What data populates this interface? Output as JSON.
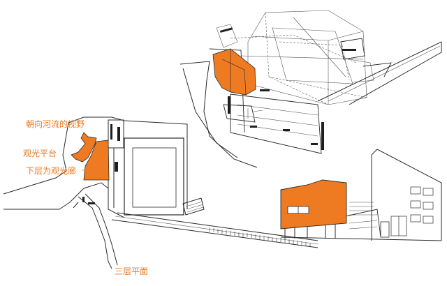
{
  "colors": {
    "accent": "#ee7a22",
    "ink": "#2a2a2a",
    "background": "#ffffff"
  },
  "labels": {
    "river_view": "朝向河流的视野",
    "viewing_platform": "观光平台",
    "lower_gallery": "下层为观光廊",
    "third_floor_plan": "三层平面"
  }
}
